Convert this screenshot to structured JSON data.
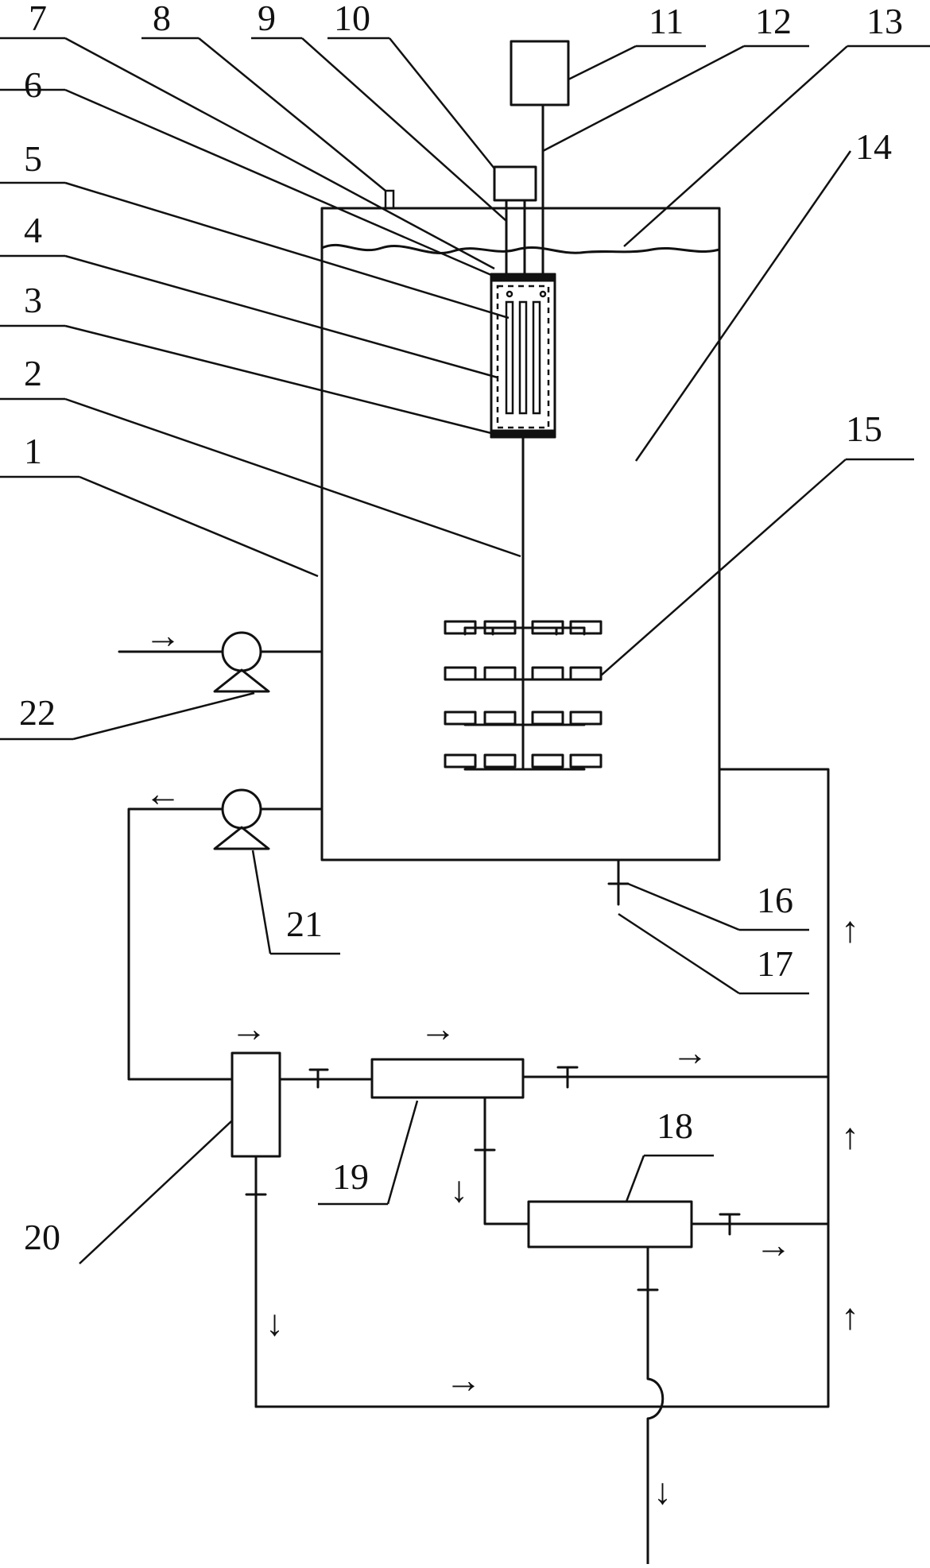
{
  "labels": {
    "l1": "1",
    "l2": "2",
    "l3": "3",
    "l4": "4",
    "l5": "5",
    "l6": "6",
    "l7": "7",
    "l8": "8",
    "l9": "9",
    "l10": "10",
    "l11": "11",
    "l12": "12",
    "l13": "13",
    "l14": "14",
    "l15": "15",
    "l16": "16",
    "l17": "17",
    "l18": "18",
    "l19": "19",
    "l20": "20",
    "l21": "21",
    "l22": "22"
  },
  "arrows": {
    "right": "→",
    "left": "←",
    "up": "↑",
    "down": "↓"
  }
}
